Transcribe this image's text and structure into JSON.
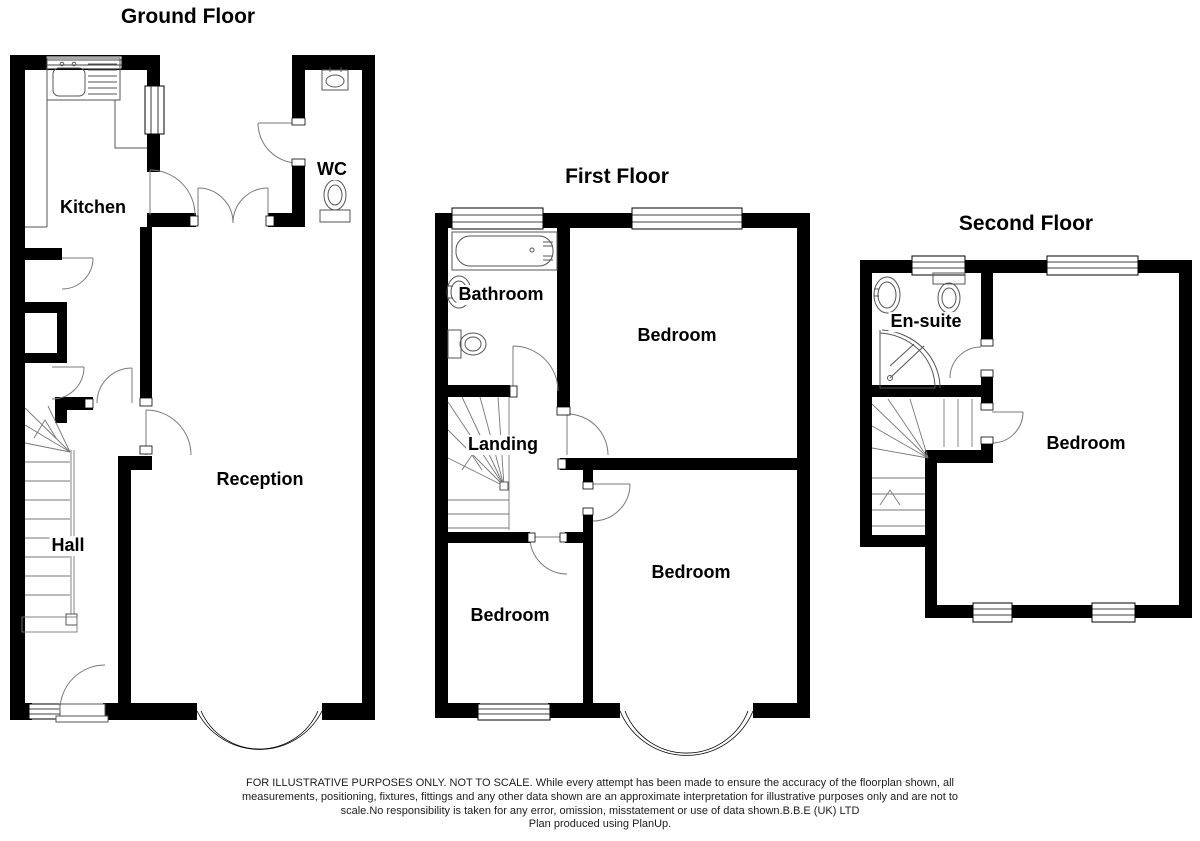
{
  "ground_floor": {
    "title": "Ground Floor",
    "rooms": {
      "kitchen": "Kitchen",
      "wc": "WC",
      "reception": "Reception",
      "hall": "Hall"
    }
  },
  "first_floor": {
    "title": "First Floor",
    "rooms": {
      "bathroom": "Bathroom",
      "bedroom_front": "Bedroom",
      "landing": "Landing",
      "bedroom_middle": "Bedroom",
      "bedroom_back": "Bedroom"
    }
  },
  "second_floor": {
    "title": "Second Floor",
    "rooms": {
      "ensuite": "En-suite",
      "bedroom": "Bedroom"
    }
  },
  "disclaimer": {
    "lines": [
      "FOR ILLUSTRATIVE PURPOSES ONLY. NOT TO SCALE. While every attempt has been made to ensure the accuracy of the floorplan shown, all",
      "measurements, positioning, fixtures, fittings and any other data shown are an approximate interpretation for illustrative purposes only and are not to",
      "scale.No responsibility is taken for any error, omission, misstatement or use of data shown.B.B.E (UK) LTD",
      "Plan produced using PlanUp."
    ]
  },
  "colors": {
    "wall": "#000000",
    "fixture_line": "#555555",
    "background": "#ffffff"
  }
}
